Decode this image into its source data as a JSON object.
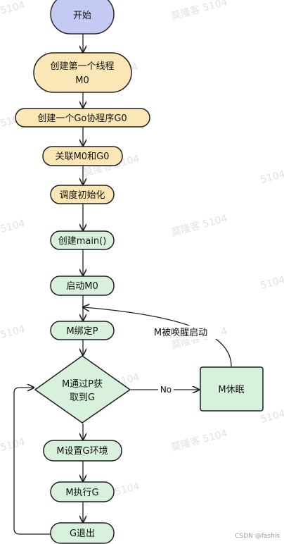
{
  "colors": {
    "start_fill": "#c5caf5",
    "start_stroke": "#2b2b2b",
    "yellow_fill": "#fbe7b5",
    "green_fill": "#d7f1dc",
    "stroke": "#1f1f1f",
    "edge": "#1f1f1f"
  },
  "nodes": {
    "start": "开始",
    "create_thread_line1": "创建第一个线程",
    "create_thread_line2": "M0",
    "create_g0": "创建一个Go协程序G0",
    "link_m0_g0": "关联M0和G0",
    "sched_init": "调度初始化",
    "create_main": "创建main()",
    "start_m0": "启动M0",
    "m_bind_p": "M绑定P",
    "decision_line1": "M通过P获",
    "decision_line2": "取到G",
    "m_sleep": "M休眠",
    "m_set_env": "M设置G环境",
    "m_exec_g": "M执行G",
    "g_exit": "G退出"
  },
  "edges": {
    "no_label": "No",
    "wake_label": "M被唤醒启动"
  },
  "watermark": {
    "text": "莫隆客 5104",
    "side": "5104"
  },
  "credit": "CSDN @fashis"
}
